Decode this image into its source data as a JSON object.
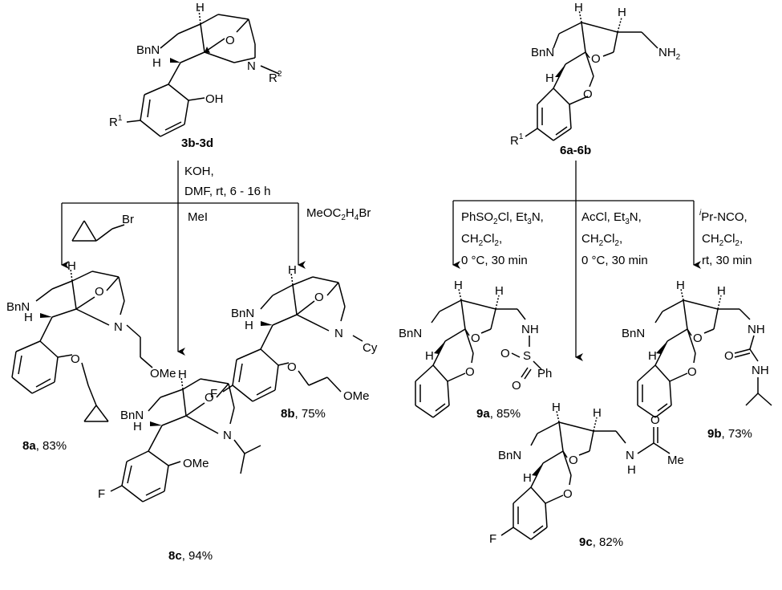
{
  "compounds": {
    "sm1": {
      "label": "3b-3d",
      "atoms": {
        "h": "H",
        "bnn": "BnN",
        "h2": "H",
        "o": "O",
        "n": "N",
        "r2": "R",
        "r2sup": "2",
        "oh": "OH",
        "r1": "R",
        "r1sup": "1"
      }
    },
    "sm2": {
      "label": "6a-6b",
      "atoms": {
        "h": "H",
        "h2": "H",
        "bnn": "BnN",
        "h3": "H",
        "o": "O",
        "o2": "O",
        "nh2": "NH",
        "nh2sub": "2",
        "r1": "R",
        "r1sup": "1"
      }
    },
    "p8a": {
      "label": "8a",
      "yield": ", 83%",
      "atoms": {
        "h": "H",
        "bnn": "BnN",
        "h2": "H",
        "o": "O",
        "n": "N",
        "o2": "O",
        "ome": "OMe"
      }
    },
    "p8b": {
      "label": "8b",
      "yield": ", 75%",
      "atoms": {
        "h": "H",
        "bnn": "BnN",
        "h2": "H",
        "o": "O",
        "n": "N",
        "cy": "Cy",
        "f": "F",
        "o2": "O",
        "ome": "OMe"
      }
    },
    "p8c": {
      "label": "8c",
      "yield": ", 94%",
      "atoms": {
        "h": "H",
        "bnn": "BnN",
        "h2": "H",
        "o": "O",
        "n": "N",
        "f": "F",
        "ome": "OMe"
      }
    },
    "p9a": {
      "label": "9a",
      "yield": ", 85%",
      "atoms": {
        "h": "H",
        "h2": "H",
        "bnn": "BnN",
        "h3": "H",
        "o": "O",
        "o2": "O",
        "nh": "NH",
        "s": "S",
        "o3": "O",
        "o4": "O",
        "ph": "Ph"
      }
    },
    "p9b": {
      "label": "9b",
      "yield": ", 73%",
      "atoms": {
        "h": "H",
        "h2": "H",
        "bnn": "BnN",
        "h3": "H",
        "o": "O",
        "o2": "O",
        "nh": "NH",
        "o3": "O",
        "nh2": "NH"
      }
    },
    "p9c": {
      "label": "9c",
      "yield": ", 82%",
      "atoms": {
        "h": "H",
        "h2": "H",
        "bnn": "BnN",
        "h3": "H",
        "o": "O",
        "o2": "O",
        "nh": "N",
        "nhh": "H",
        "o3": "O",
        "me": "Me",
        "f": "F"
      }
    }
  },
  "conditions": {
    "left_common": [
      "KOH,",
      "DMF, rt, 6 - 16 h"
    ],
    "left_branch_a": "Br",
    "left_branch_b": "MeOC",
    "left_branch_b_sub1": "2",
    "left_branch_b_mid": "H",
    "left_branch_b_sub2": "4",
    "left_branch_b_end": "Br",
    "left_branch_c": "MeI",
    "right_a": [
      "PhSO",
      "2",
      "Cl, Et",
      "3",
      "N,"
    ],
    "right_a2": [
      "CH",
      "2",
      "Cl",
      "2",
      ","
    ],
    "right_a3": "0 °C, 30 min",
    "right_b": [
      "AcCl, Et",
      "3",
      "N,"
    ],
    "right_b2": [
      "CH",
      "2",
      "Cl",
      "2",
      ","
    ],
    "right_b3": "0 °C, 30 min",
    "right_c_sup": "i",
    "right_c": "Pr-NCO,",
    "right_c2": [
      "CH",
      "2",
      "Cl",
      "2",
      ","
    ],
    "right_c3": "rt, 30 min"
  }
}
